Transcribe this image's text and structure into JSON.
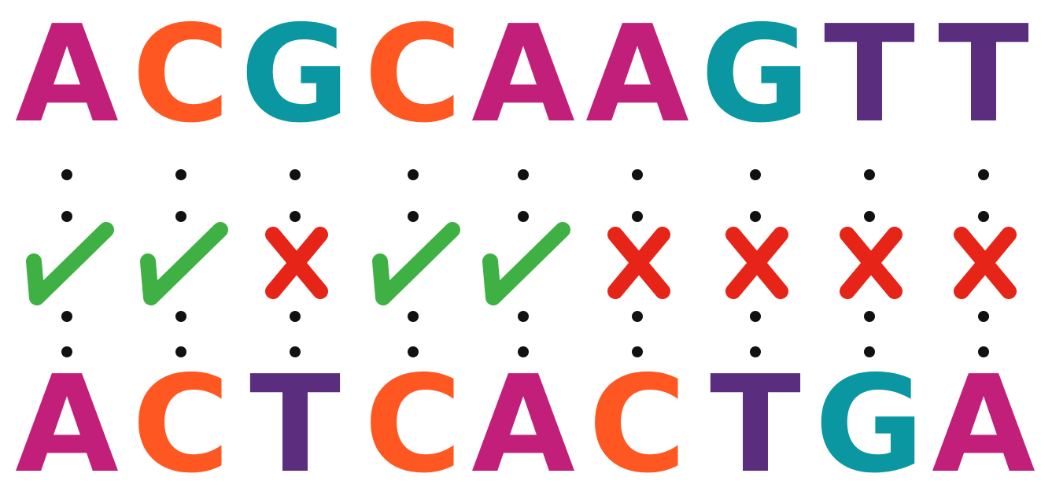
{
  "colors": {
    "A": "#c21f7a",
    "C": "#ff5722",
    "G": "#0a97a2",
    "T": "#5b2d7e",
    "match": "#3fb043",
    "mismatch": "#e62518",
    "dot": "#111111"
  },
  "pairs": [
    {
      "top": "A",
      "bottom": "A",
      "match": true
    },
    {
      "top": "C",
      "bottom": "C",
      "match": true
    },
    {
      "top": "G",
      "bottom": "T",
      "match": false
    },
    {
      "top": "C",
      "bottom": "C",
      "match": true
    },
    {
      "top": "A",
      "bottom": "A",
      "match": true
    },
    {
      "top": "A",
      "bottom": "C",
      "match": false
    },
    {
      "top": "G",
      "bottom": "T",
      "match": false
    },
    {
      "top": "T",
      "bottom": "G",
      "match": false
    },
    {
      "top": "T",
      "bottom": "A",
      "match": false
    }
  ],
  "icons": {
    "match": "checkmark-icon",
    "mismatch": "cross-icon"
  }
}
